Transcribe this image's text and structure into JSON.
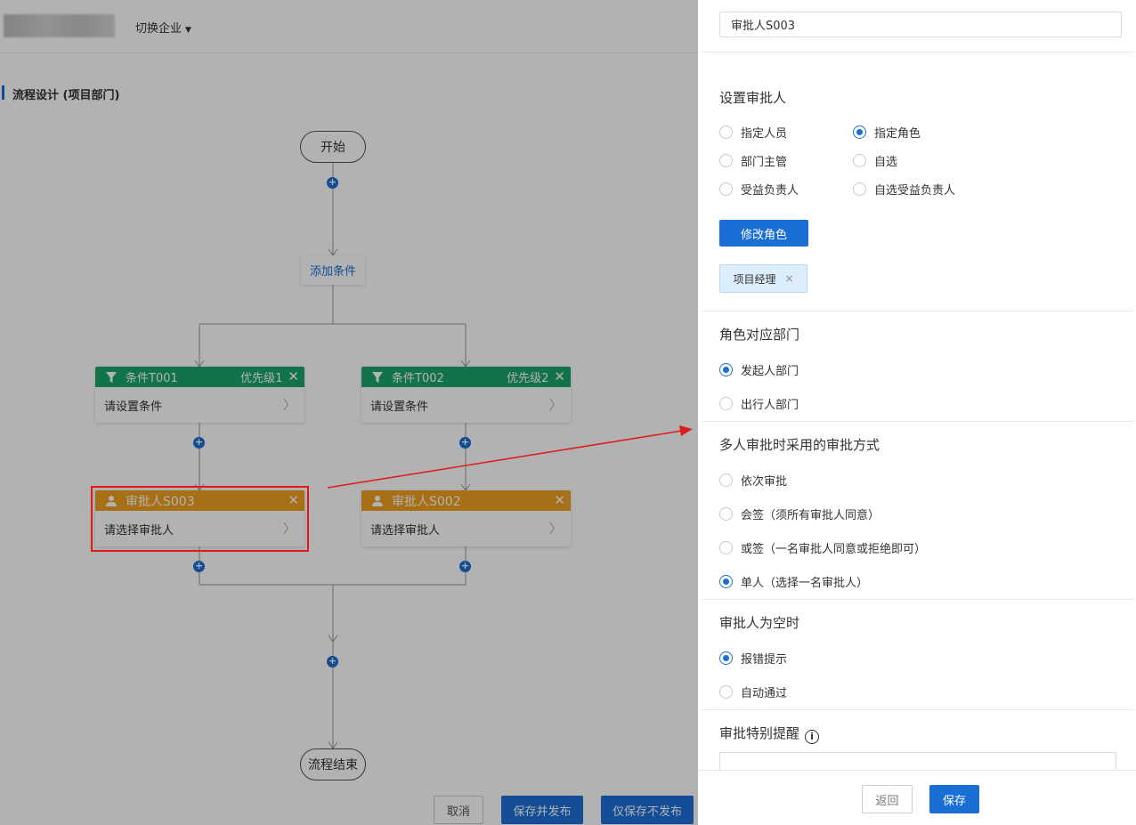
{
  "header": {
    "switch_company": "切换企业",
    "caret": "▼"
  },
  "page_title": "流程设计 (项目部门)",
  "flow": {
    "start": "开始",
    "plus": "+",
    "add_condition": "添加条件",
    "conditions": [
      {
        "title": "条件T001",
        "priority": "优先级1",
        "body": "请设置条件"
      },
      {
        "title": "条件T002",
        "priority": "优先级2",
        "body": "请设置条件"
      }
    ],
    "approvers": [
      {
        "title": "审批人S003",
        "body": "请选择审批人"
      },
      {
        "title": "审批人S002",
        "body": "请选择审批人"
      }
    ],
    "close": "✕",
    "chevron": "〉",
    "end": "流程结束"
  },
  "bottom": {
    "cancel": "取消",
    "save_publish": "保存并发布",
    "save_only": "仅保存不发布"
  },
  "drawer": {
    "name_value": "审批人S003",
    "set_approver": {
      "title": "设置审批人",
      "options": [
        "指定人员",
        "指定角色",
        "部门主管",
        "自选",
        "受益负责人",
        "自选受益负责人"
      ],
      "selected": "指定角色"
    },
    "modify_role": "修改角色",
    "role_tag": "项目经理",
    "role_tag_close": "×",
    "role_dept": {
      "title": "角色对应部门",
      "options": [
        "发起人部门",
        "出行人部门"
      ],
      "selected": "发起人部门"
    },
    "multi": {
      "title": "多人审批时采用的审批方式",
      "options": [
        "依次审批",
        "会签（须所有审批人同意）",
        "或签（一名审批人同意或拒绝即可）",
        "单人（选择一名审批人）"
      ],
      "selected": "单人（选择一名审批人）"
    },
    "empty": {
      "title": "审批人为空时",
      "options": [
        "报错提示",
        "自动通过"
      ],
      "selected": "报错提示"
    },
    "remark": {
      "title": "审批特别提醒",
      "info": "i"
    },
    "back": "返回",
    "save": "保存"
  },
  "colors": {
    "accent": "#1a6fd6",
    "condition": "#1aa56b",
    "approver": "#f0a020",
    "highlight": "#e0191a"
  }
}
